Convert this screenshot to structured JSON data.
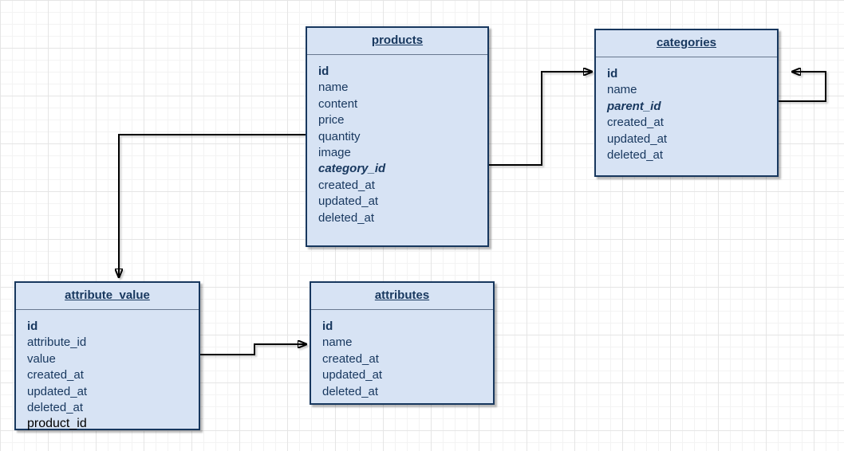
{
  "colors": {
    "table_fill": "#d7e3f4",
    "table_border": "#17375e",
    "text": "#17375e",
    "loose_field_text": "#000000",
    "connector": "#000000",
    "grid_minor": "#f3f3f3",
    "grid_major": "#e5e5e5"
  },
  "tables": [
    {
      "title": "products",
      "fields": [
        {
          "label": "id",
          "style": "pk"
        },
        {
          "label": "name"
        },
        {
          "label": "content"
        },
        {
          "label": "price"
        },
        {
          "label": "quantity"
        },
        {
          "label": "image"
        },
        {
          "label": "category_id",
          "style": "fk"
        },
        {
          "label": "created_at"
        },
        {
          "label": "updated_at"
        },
        {
          "label": "deleted_at"
        }
      ]
    },
    {
      "title": "categories",
      "fields": [
        {
          "label": "id",
          "style": "pk"
        },
        {
          "label": "name"
        },
        {
          "label": "parent_id",
          "style": "fk"
        },
        {
          "label": "created_at"
        },
        {
          "label": "updated_at"
        },
        {
          "label": "deleted_at"
        }
      ]
    },
    {
      "title": "attribute_value",
      "fields": [
        {
          "label": "id",
          "style": "pk"
        },
        {
          "label": "attribute_id"
        },
        {
          "label": "value"
        },
        {
          "label": "created_at"
        },
        {
          "label": "updated_at"
        },
        {
          "label": "deleted_at"
        },
        {
          "label": "product_id",
          "style": "loose"
        }
      ]
    },
    {
      "title": "attributes",
      "fields": [
        {
          "label": "id",
          "style": "pk"
        },
        {
          "label": "name"
        },
        {
          "label": "created_at"
        },
        {
          "label": "updated_at"
        },
        {
          "label": "deleted_at"
        }
      ]
    }
  ],
  "connections": [
    {
      "from": "products.category_id",
      "to": "categories.id"
    },
    {
      "from": "categories.parent_id",
      "to": "categories.id"
    },
    {
      "from": "products.id",
      "to": "attribute_value.product_id"
    },
    {
      "from": "attribute_value.attribute_id",
      "to": "attributes.id"
    }
  ]
}
